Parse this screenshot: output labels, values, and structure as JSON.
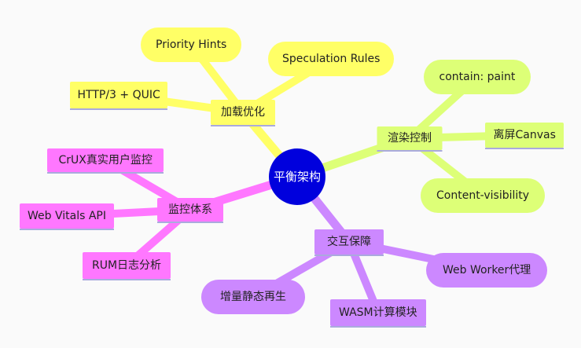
{
  "center": {
    "label": "平衡架构",
    "color": "#0000dd"
  },
  "branches": [
    {
      "label": "加载优化",
      "color": "#ffff66",
      "children": [
        "Priority Hints",
        "Speculation Rules",
        "HTTP/3 + QUIC"
      ]
    },
    {
      "label": "渲染控制",
      "color": "#ddff77",
      "children": [
        "contain: paint",
        "离屏Canvas",
        "Content-visibility"
      ]
    },
    {
      "label": "交互保障",
      "color": "#cc88ff",
      "children": [
        "Web Worker代理",
        "增量静态再生",
        "WASM计算模块"
      ]
    },
    {
      "label": "监控体系",
      "color": "#ff77ff",
      "children": [
        "CrUX真实用户监控",
        "Web Vitals API",
        "RUM日志分析"
      ]
    }
  ]
}
